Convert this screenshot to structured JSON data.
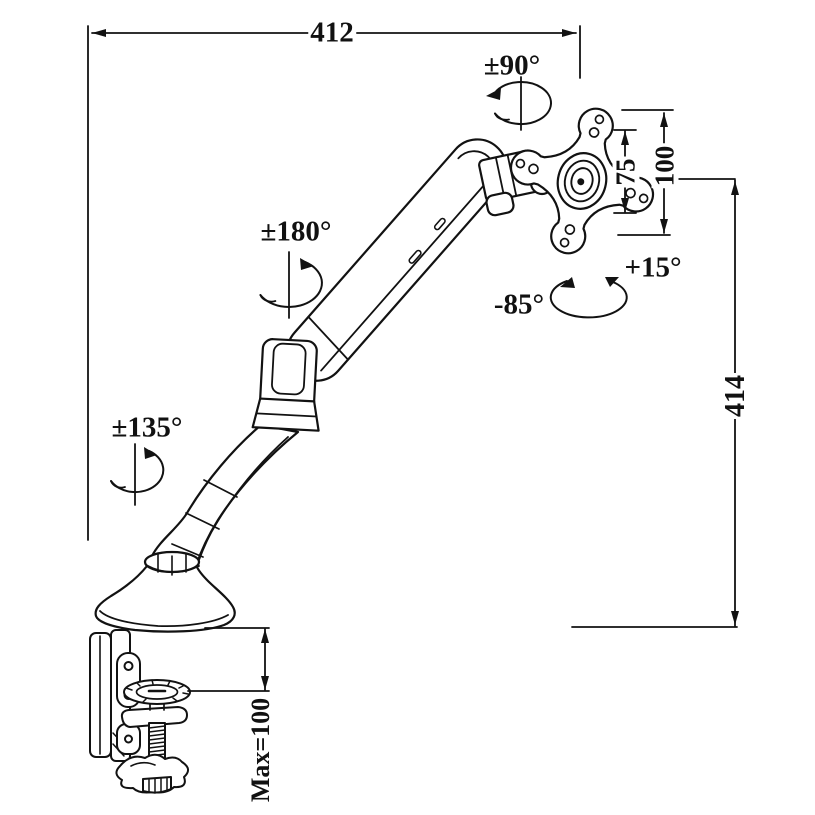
{
  "diagram": {
    "title": "Gas spring monitor arm dimension drawing",
    "dimensions": {
      "top_width": "412",
      "vesa_inner": "75",
      "vesa_outer": "100",
      "column_height": "414",
      "desk_thickness": "Max=100"
    },
    "rotations": {
      "vesa_swivel": "±90°",
      "upper_arm": "±180°",
      "base": "±135°",
      "tilt_up": "+15°",
      "tilt_down": "-85°"
    },
    "colors": {
      "line": "#121212",
      "background": "#ffffff"
    }
  }
}
